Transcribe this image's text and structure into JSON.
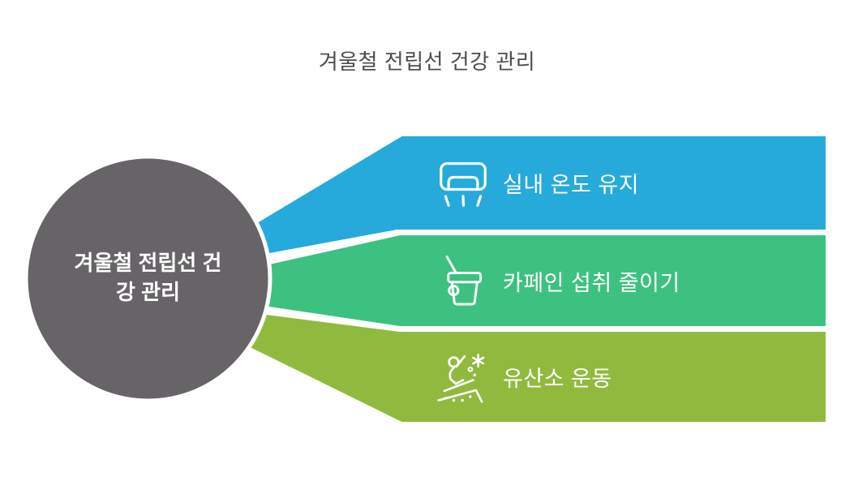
{
  "title": "겨울철 전립선 건강 관리",
  "title_color": "#4D4D4D",
  "hub": {
    "label": "겨울철 전립선 건강 관리",
    "lines": [
      "겨울철 전립선 건",
      "강 관리"
    ],
    "color": "#676467"
  },
  "branches": [
    {
      "label": "실내 온도 유지",
      "icon": "air-conditioner-icon",
      "color": "#26AADB"
    },
    {
      "label": "카페인 섭취 줄이기",
      "icon": "beverage-cup-icon",
      "color": "#3DC180"
    },
    {
      "label": "유산소 운동",
      "icon": "snowboarder-exercise-icon",
      "color": "#90BA3E"
    }
  ]
}
